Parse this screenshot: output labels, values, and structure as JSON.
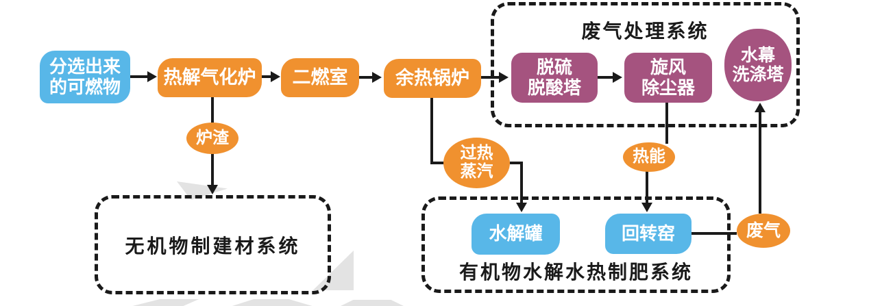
{
  "diagram": {
    "colors": {
      "combustible_blue": "#58b7e8",
      "process_orange": "#f0912f",
      "treatment_purple": "#a5537f",
      "line_black": "#1a1a1a"
    },
    "systems": {
      "gas_treatment": {
        "title": "废气处理系统"
      },
      "inorganic_building_material": {
        "title": "无机物制建材系统"
      },
      "organic_fertilizer": {
        "title": "有机物水解水热制肥系统"
      }
    },
    "nodes": {
      "sorted_combustibles": {
        "label": "分选出来\n的可燃物"
      },
      "pyrolysis_gasifier": {
        "label": "热解气化炉"
      },
      "secondary_combustion_chamber": {
        "label": "二燃室"
      },
      "waste_heat_boiler": {
        "label": "余热锅炉"
      },
      "desulfurization_deacidification_tower": {
        "label": "脱硫\n脱酸塔"
      },
      "cyclone_dust_collector": {
        "label": "旋风\n除尘器"
      },
      "water_curtain_scrubber": {
        "label": "水幕\n洗涤塔"
      },
      "furnace_slag": {
        "label": "炉渣"
      },
      "superheated_steam": {
        "label": "过热\n蒸汽"
      },
      "heat_energy": {
        "label": "热能"
      },
      "waste_gas": {
        "label": "废气"
      },
      "hydrolysis_tank": {
        "label": "水解罐"
      },
      "rotary_kiln": {
        "label": "回转窑"
      }
    }
  }
}
